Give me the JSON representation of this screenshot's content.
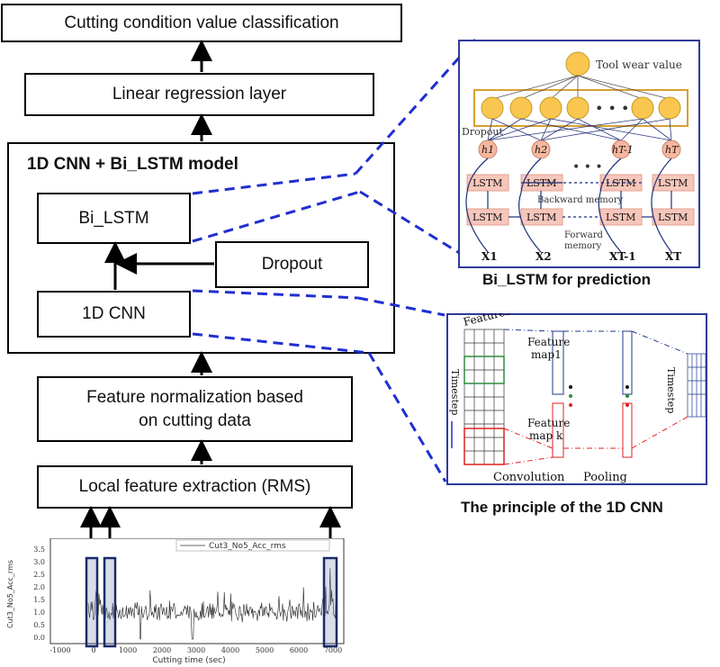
{
  "pipeline": {
    "classification": "Cutting condition value classification",
    "regression": "Linear regression layer",
    "model_title": "1D CNN + Bi_LSTM model",
    "bilstm": "Bi_LSTM",
    "dropout": "Dropout",
    "cnn": "1D CNN",
    "normalization_line1": "Feature normalization based",
    "normalization_line2": "on cutting data",
    "extraction": "Local feature extraction (RMS)"
  },
  "bilstm_panel": {
    "caption": "Bi_LSTM for prediction",
    "output_label": "Tool wear value",
    "dropout_label": "Dropout",
    "lstm_label": "LSTM",
    "backward_label": "Backward memory",
    "forward_label_1": "Forward",
    "forward_label_2": "memory",
    "h_labels": [
      "h1",
      "h2",
      "hT-1",
      "hT"
    ],
    "x_labels": [
      "X1",
      "X2",
      "XT-1",
      "XT"
    ]
  },
  "cnn_panel": {
    "caption": "The principle of the 1D CNN",
    "features": "Features",
    "timestep": "Timestep",
    "feature_map1_l1": "Feature",
    "feature_map1_l2": "map1",
    "feature_mapk_l1": "Feature",
    "feature_mapk_l2": "map k",
    "convolution": "Convolution",
    "pooling": "Pooling"
  },
  "signal_chart": {
    "legend": "Cut3_No5_Acc_rms",
    "ylabel": "Cut3_No5_Acc_rms",
    "xlabel": "Cutting time (sec)",
    "x_ticks": [
      "-1000",
      "0",
      "1000",
      "2000",
      "3000",
      "4000",
      "5000",
      "6000",
      "7000"
    ],
    "y_ticks": [
      "0.0",
      "0.5",
      "1.0",
      "1.5",
      "2.0",
      "2.5",
      "3.0",
      "3.5"
    ]
  },
  "colors": {
    "dashed_link": "#1f2fd0",
    "lstm_fill": "#f7c6ba",
    "node_fill": "#f9c74f",
    "panel_border": "#2e3a9a"
  }
}
